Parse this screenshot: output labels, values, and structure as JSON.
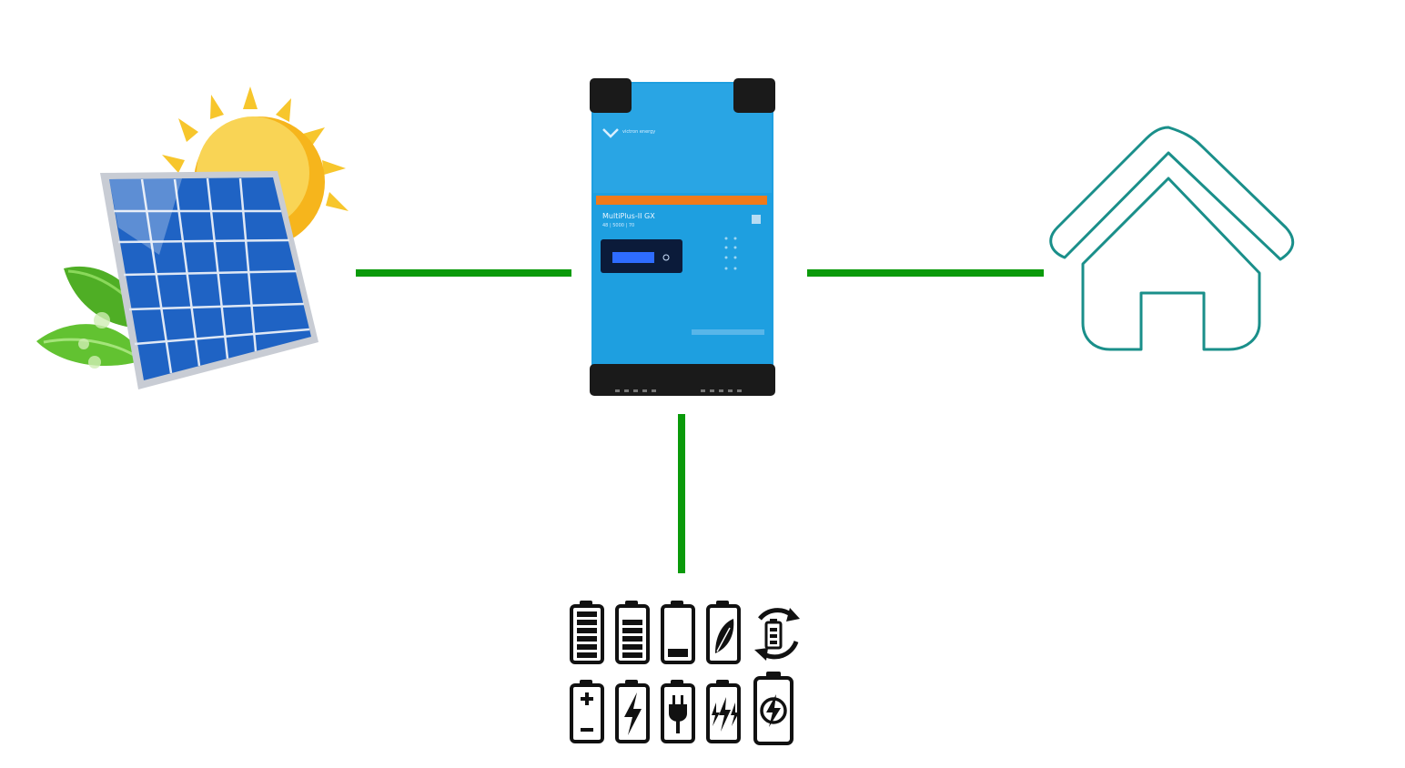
{
  "colors": {
    "connector": "#0a9a0a",
    "house_outline": "#1a8f8a",
    "inverter_blue": "#1e9fe0",
    "inverter_stripe": "#f07a1a",
    "panel_blue": "#1f63c4",
    "sun_yellow": "#f7c62c",
    "leaf_green": "#5fc12f",
    "battery_black": "#111111"
  },
  "inverter": {
    "brand": "victron energy",
    "model": "MultiPlus-II GX",
    "spec": "48 | 5000 | 70"
  },
  "icons": {
    "solar": "solar-panel-with-sun-icon",
    "inverter": "inverter-device-icon",
    "house": "house-icon",
    "batteries": [
      "battery-full-icon",
      "battery-high-icon",
      "battery-low-icon",
      "battery-eco-leaf-icon",
      "battery-recycle-icon",
      "battery-plus-minus-icon",
      "battery-bolt-icon",
      "battery-plug-icon",
      "battery-fast-charge-icon",
      "battery-charge-circle-icon"
    ]
  }
}
